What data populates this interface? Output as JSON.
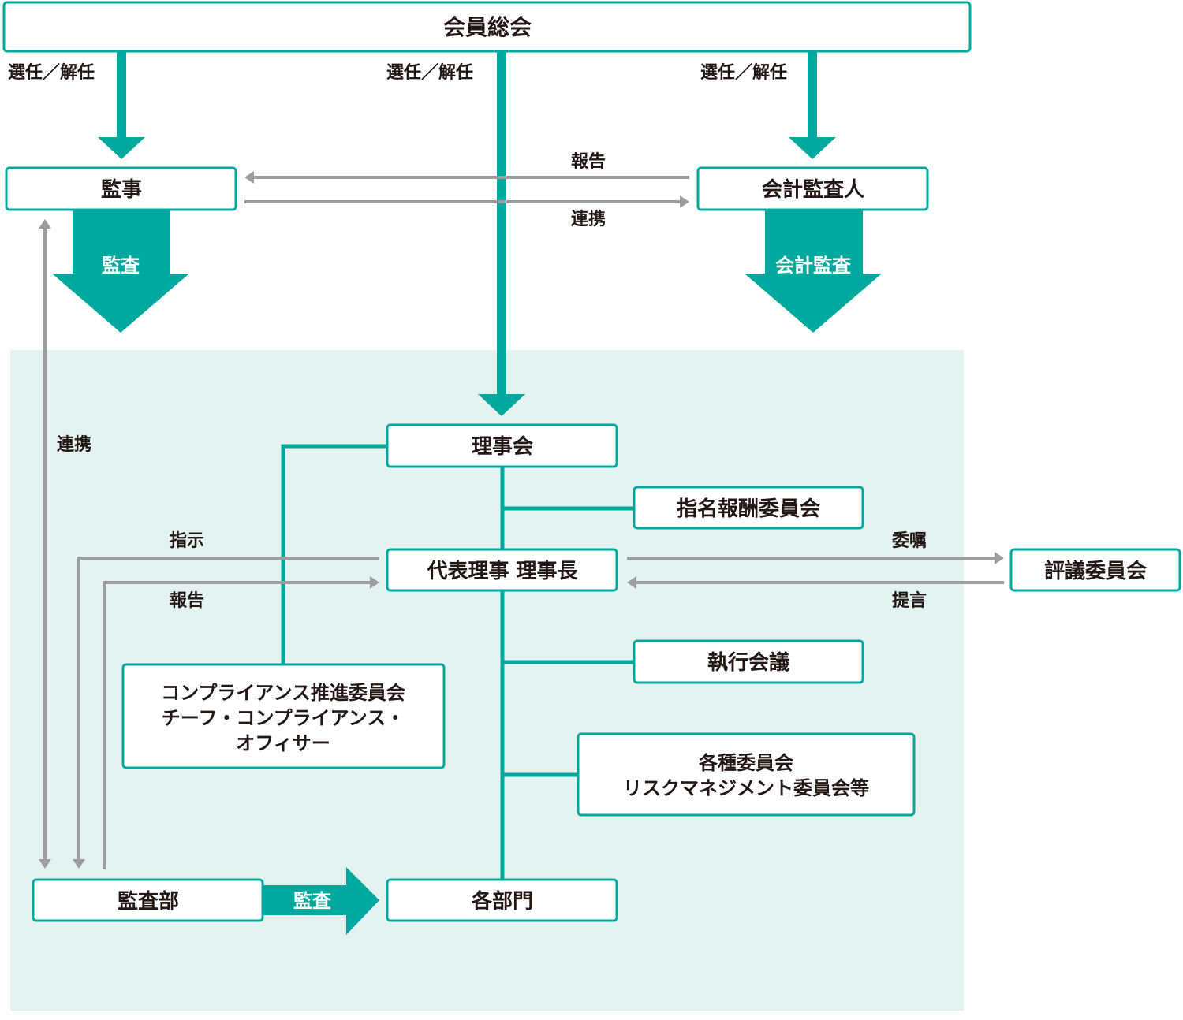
{
  "colors": {
    "accent": "#00a99d",
    "panel": "#e5f3f0",
    "connector": "#9d9d9d",
    "text": "#231815"
  },
  "boxes": {
    "general_meeting": "会員総会",
    "auditor": "監事",
    "accounting_auditor": "会計監査人",
    "board": "理事会",
    "nomination_committee": "指名報酬委員会",
    "president": "代表理事 理事長",
    "council": "評議委員会",
    "executive_meeting": "執行会議",
    "compliance_line1": "コンプライアンス推進委員会",
    "compliance_line2": "チーフ・コンプライアンス・",
    "compliance_line3": "オフィサー",
    "committees_line1": "各種委員会",
    "committees_line2": "リスクマネジメント委員会等",
    "audit_dept": "監査部",
    "departments": "各部門"
  },
  "labels": {
    "appoint_left": "選任／解任",
    "appoint_center": "選任／解任",
    "appoint_right": "選任／解任",
    "report_top": "報告",
    "collab_top": "連携",
    "collab_left": "連携",
    "audit_left": "監査",
    "audit_right": "会計監査",
    "instruct": "指示",
    "report_bottom": "報告",
    "commission": "委嘱",
    "proposal": "提言",
    "audit_bottom": "監査"
  }
}
